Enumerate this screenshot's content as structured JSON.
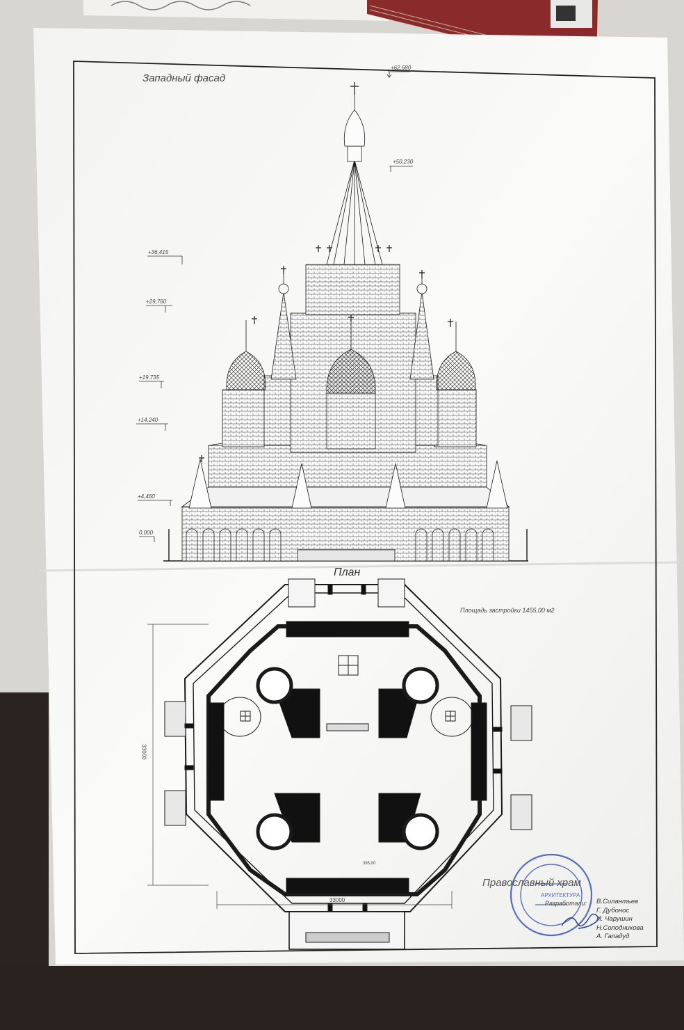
{
  "sheet": {
    "title_facade": "Западный фасад",
    "title_plan": "План",
    "area_label": "Площадь застройки   1455,00 м2",
    "church_name": "Православный храм",
    "developer_label": "Разработали:",
    "authors": [
      "В.Силантьев",
      "Г. Дубонос",
      "И. Чарушин",
      "Н.Солодникова",
      "А. Галадуд"
    ]
  },
  "elevation_marks": [
    "+62,680",
    "+50,230",
    "+36,415",
    "+29,760",
    "+19,735",
    "+14,240",
    "+4,460",
    "0,000"
  ],
  "dimensions": {
    "width": "33000",
    "height": "33000",
    "inner": "385,00"
  },
  "colors": {
    "paper": "#f7f7f5",
    "background": "#d8d6d1",
    "stamp": "#3c55b8",
    "book": "#8a2a2a",
    "ink": "#1a1a1a"
  }
}
